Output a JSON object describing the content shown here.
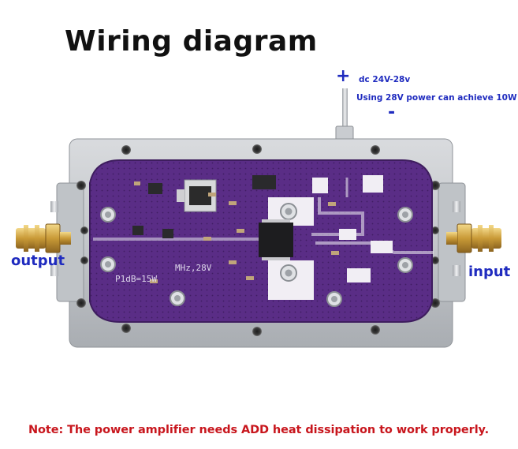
{
  "title": "Wiring diagram",
  "power": {
    "plus": "+",
    "minus": "-",
    "dc_range": "dc 24V-28v",
    "note": "Using 28V power can achieve 10W"
  },
  "ports": {
    "output": "output",
    "input": "input"
  },
  "board_silkscreen": {
    "rating": "MHz,28V",
    "p1db": "P1dB=15W"
  },
  "footer_note": "Note: The power amplifier needs ADD heat dissipation to work properly.",
  "colors": {
    "label_blue": "#1f2bbf",
    "note_red": "#c8161d",
    "pcb_purple": "#5a2d86"
  }
}
